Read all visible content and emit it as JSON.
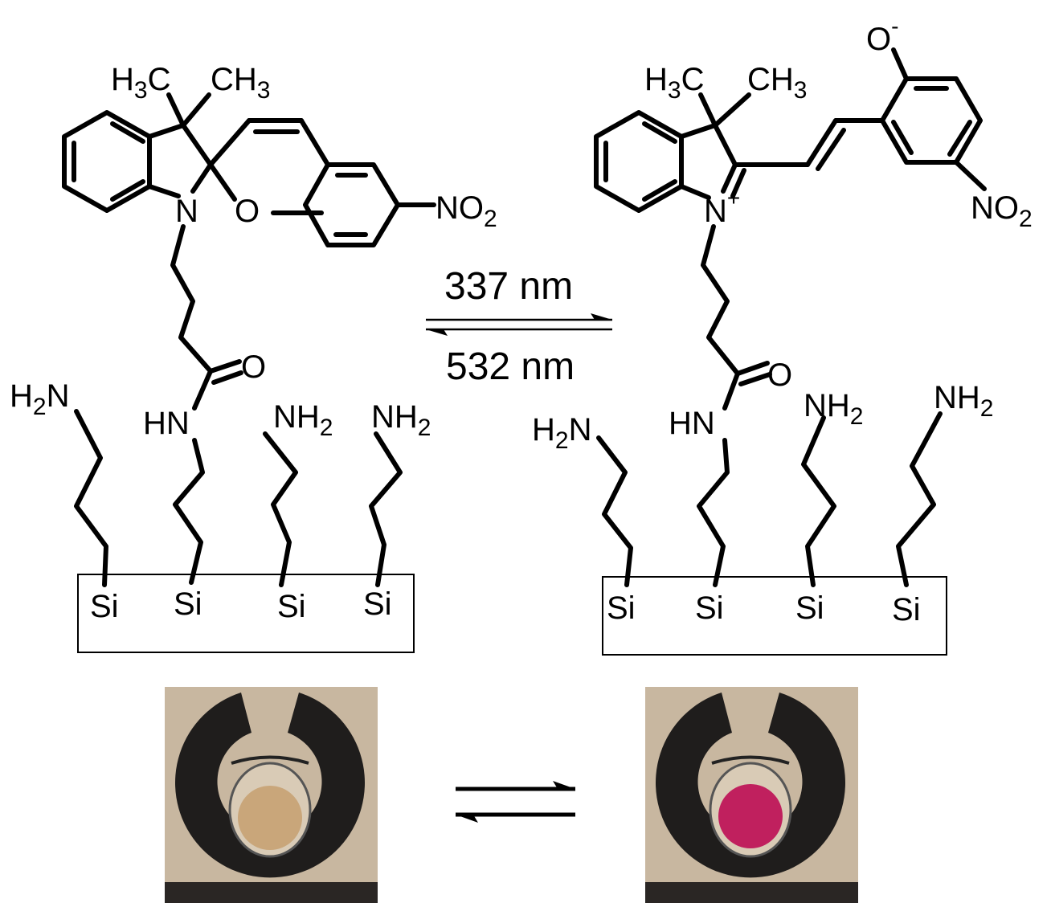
{
  "forward_wavelength": "337 nm",
  "reverse_wavelength": "532 nm",
  "atoms": {
    "methyl_left": "H",
    "methyl_left_sub": "3",
    "methyl_left_c": "C",
    "methyl_right_c": "CH",
    "methyl_right_sub": "3",
    "nitrogen": "N",
    "nitrogen_charge": "+",
    "oxygen_ring": "O",
    "oxygen_carbonyl": "O",
    "phenoxide_o": "O",
    "phenoxide_charge": "-",
    "nitro": "NO",
    "nitro_sub": "2",
    "amide": "HN",
    "amine_h2n": "H",
    "amine_h2n_sub": "2",
    "amine_h2n_n": "N",
    "amine_nh": "NH",
    "amine_nh_sub": "2",
    "silicon": "Si"
  },
  "colors": {
    "spiropyran_solution": "#c9a67a",
    "merocyanine_solution": "#c0205e",
    "foam_holder": "#1f1d1c",
    "photo_background": "#c8b7a0"
  }
}
